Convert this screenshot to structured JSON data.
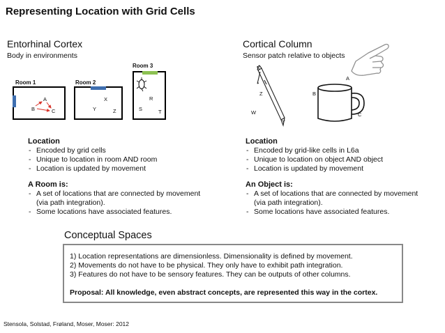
{
  "title": "Representing Location with Grid Cells",
  "entorhinal": {
    "heading": "Entorhinal Cortex",
    "subheading": "Body in environments",
    "rooms": [
      {
        "label": "Room 1",
        "points": [
          "A",
          "B",
          "C"
        ]
      },
      {
        "label": "Room 2",
        "points": [
          "X",
          "Y",
          "Z"
        ]
      },
      {
        "label": "Room 3",
        "points": [
          "R",
          "S",
          "T"
        ]
      }
    ],
    "location_heading": "Location",
    "location_items": [
      "Encoded by grid cells",
      "Unique to location in room AND room",
      "Location is updated by movement"
    ],
    "unit_heading": "A Room is:",
    "unit_items": [
      "A set of locations that are connected by movement (via path integration).",
      "Some locations have associated features."
    ]
  },
  "cortical": {
    "heading": "Cortical Column",
    "subheading": "Sensor patch relative to objects",
    "pen_points": [
      "X",
      "Z",
      "W",
      "Y"
    ],
    "mug_points": [
      "A",
      "B",
      "C"
    ],
    "location_heading": "Location",
    "location_items": [
      "Encoded by grid-like cells in L6a",
      "Unique to location on object AND object",
      "Location is updated by movement"
    ],
    "unit_heading": "An Object is:",
    "unit_items": [
      "A set of locations that are connected by movement (via path integration).",
      "Some locations have associated features."
    ]
  },
  "conceptual": {
    "heading": "Conceptual Spaces",
    "items": [
      "1)  Location representations are dimensionless. Dimensionality is defined by movement.",
      "2)  Movements do not have to be physical. They only have to exhibit path integration.",
      "3)  Features do not have to be sensory features. They can be outputs of other columns."
    ],
    "proposal": "Proposal: All knowledge, even abstract concepts, are represented this way in the cortex."
  },
  "citation": "Stensola, Solstad, Frøland, Moser, Moser: 2012",
  "colors": {
    "wall_feature_blue": "#3f6fb0",
    "wall_feature_green": "#8cc152",
    "arrow_red": "#d9342b"
  }
}
